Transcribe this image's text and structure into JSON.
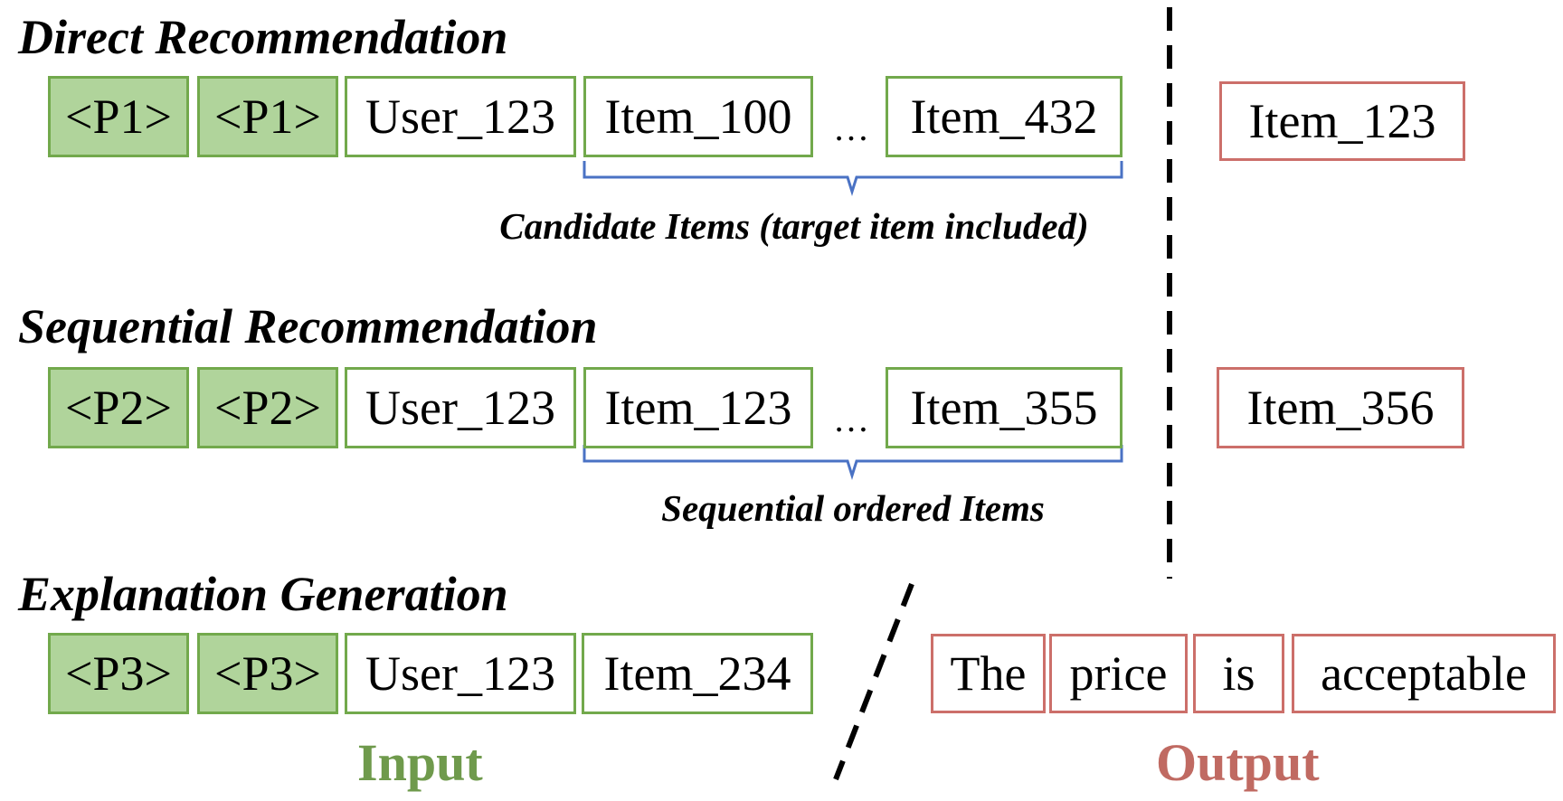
{
  "sections": {
    "direct": {
      "heading": "Direct Recommendation",
      "prompt_tokens": [
        "<P1>",
        "<P1>"
      ],
      "user": "User_123",
      "item_first": "Item_100",
      "ellipsis": "…",
      "item_last": "Item_432",
      "brace_label": "Candidate Items (target item included)",
      "output": "Item_123"
    },
    "sequential": {
      "heading": "Sequential Recommendation",
      "prompt_tokens": [
        "<P2>",
        "<P2>"
      ],
      "user": "User_123",
      "item_first": "Item_123",
      "ellipsis": "…",
      "item_last": "Item_355",
      "brace_label": "Sequential ordered Items",
      "output": "Item_356"
    },
    "explanation": {
      "heading": "Explanation Generation",
      "prompt_tokens": [
        "<P3>",
        "<P3>"
      ],
      "user": "User_123",
      "item": "Item_234",
      "output_words": [
        "The",
        "price",
        "is",
        "acceptable"
      ]
    }
  },
  "labels": {
    "input": "Input",
    "output": "Output"
  },
  "colors": {
    "prompt_fill": "#b0d49b",
    "input_border": "#72a94c",
    "output_border": "#cc6f6a",
    "brace": "#4a72c4",
    "input_label": "#6f9a4c",
    "output_label": "#c06a62"
  }
}
